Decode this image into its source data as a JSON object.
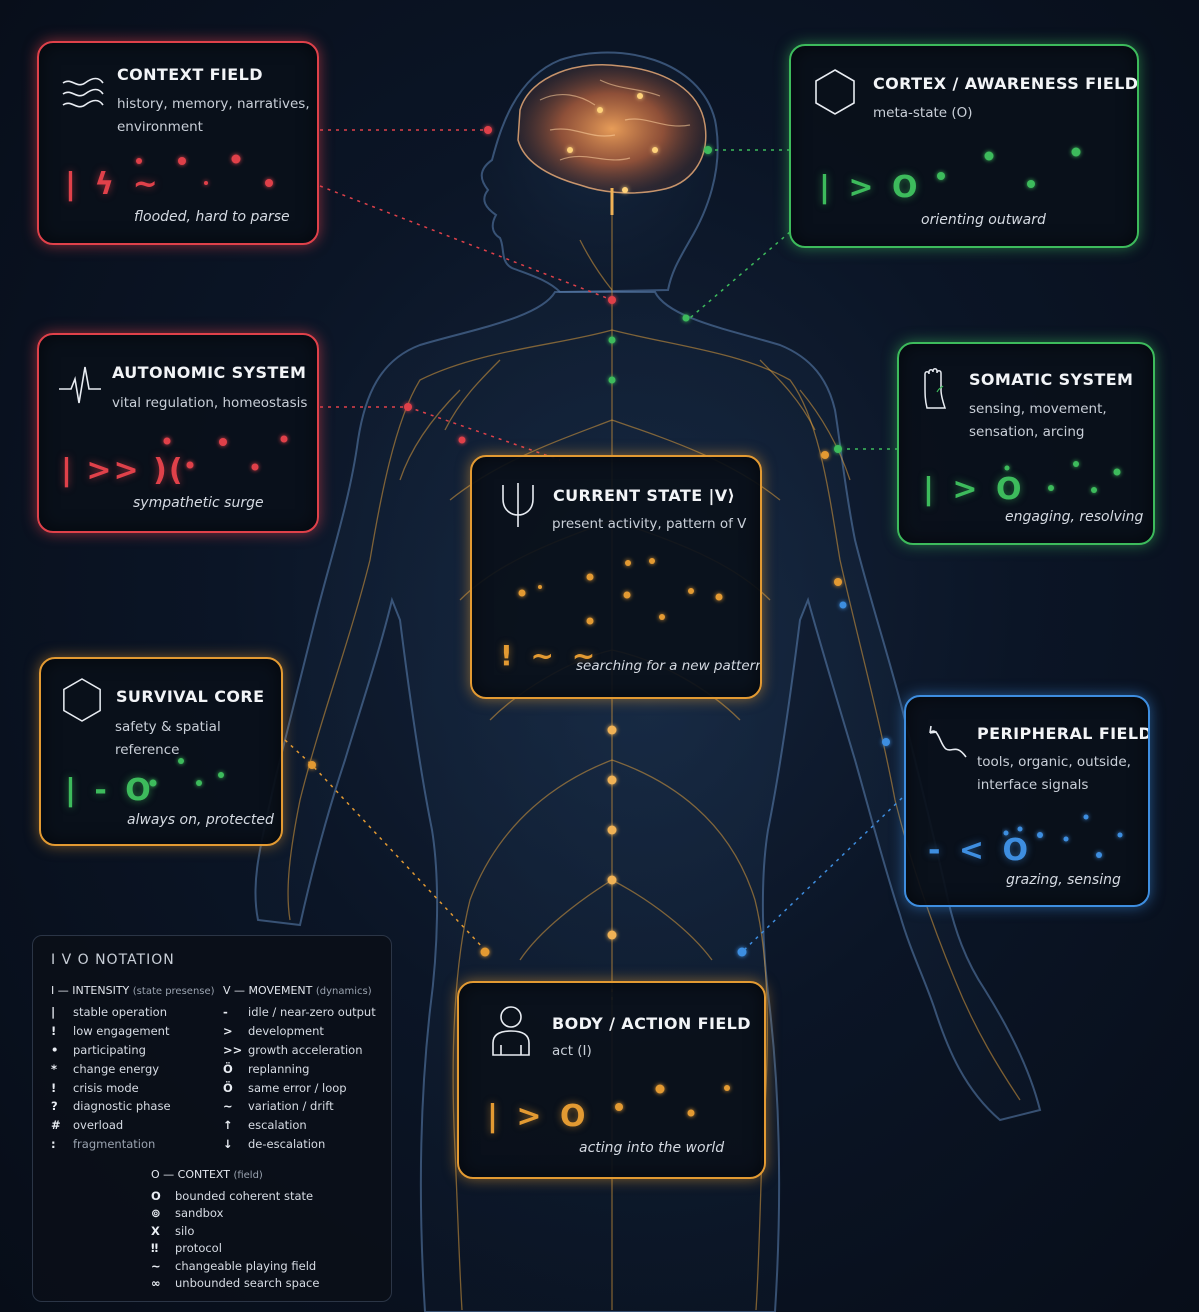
{
  "colors": {
    "red": "#e0414a",
    "green": "#3dbb5c",
    "orange": "#e39a32",
    "blue": "#3e8ee0",
    "nerve": "#d89a3c",
    "background": "#0b1526"
  },
  "panels": {
    "context": {
      "title": "CONTEXT FIELD",
      "subtitle_lines": [
        "history, memory, narratives,",
        "environment"
      ],
      "signature": "| ϟ ~",
      "note": "flooded, hard to parse",
      "icon": "waves-icon"
    },
    "cortex": {
      "title": "CORTEX / AWARENESS FIELD",
      "subtitle_lines": [
        "meta-state (O)"
      ],
      "signature": "| > O",
      "note": "orienting outward",
      "icon": "hexagon-icon"
    },
    "autonomic": {
      "title": "AUTONOMIC SYSTEM",
      "subtitle_lines": [
        "vital regulation, homeostasis"
      ],
      "signature": "| >> )(",
      "note": "sympathetic surge",
      "icon": "heartbeat-icon"
    },
    "somatic": {
      "title": "SOMATIC SYSTEM",
      "subtitle_lines": [
        "sensing, movement,",
        "sensation, arcing"
      ],
      "signature": "| > O",
      "note": "engaging, resolving",
      "icon": "hand-icon"
    },
    "current": {
      "title": "CURRENT STATE |V⟩",
      "subtitle_lines": [
        "present activity, pattern of V"
      ],
      "signature": "! ~ ~",
      "note": "searching for a new pattern",
      "icon": "psi-icon"
    },
    "survival": {
      "title": "SURVIVAL CORE",
      "subtitle_lines": [
        "safety & spatial reference"
      ],
      "signature": "| - O",
      "note": "always on, protected",
      "icon": "hexagon-icon"
    },
    "peripheral": {
      "title": "PERIPHERAL FIELD",
      "subtitle_lines": [
        "tools, organic, outside,",
        "interface signals"
      ],
      "signature": "- < O",
      "note": "grazing, sensing",
      "icon": "curve-arrow-icon"
    },
    "body": {
      "title": "BODY / ACTION FIELD",
      "subtitle_lines": [
        "act (I)"
      ],
      "signature": "| > O",
      "note": "acting into the world",
      "icon": "person-icon"
    }
  },
  "notation": {
    "title": "I V O NOTATION",
    "intensity": {
      "header": "I — INTENSITY",
      "header_small": "(state presense)",
      "items": [
        {
          "sym": "|",
          "label": "stable operation"
        },
        {
          "sym": "!",
          "label": "low engagement"
        },
        {
          "sym": "•",
          "label": "participating"
        },
        {
          "sym": "*",
          "label": "change energy"
        },
        {
          "sym": "!",
          "label": "crisis mode"
        },
        {
          "sym": "?",
          "label": "diagnostic phase"
        },
        {
          "sym": "#",
          "label": "overload"
        },
        {
          "sym": ":",
          "label": "fragmentation"
        }
      ]
    },
    "movement": {
      "header": "V — MOVEMENT",
      "header_small": "(dynamics)",
      "items": [
        {
          "sym": "-",
          "label": "idle / near-zero output"
        },
        {
          "sym": ">",
          "label": "development"
        },
        {
          "sym": ">>",
          "label": "growth acceleration"
        },
        {
          "sym": "Ö",
          "label": "replanning"
        },
        {
          "sym": "Ö",
          "label": "same error / loop"
        },
        {
          "sym": "~",
          "label": "variation / drift"
        },
        {
          "sym": "↑",
          "label": "escalation"
        },
        {
          "sym": "↓",
          "label": "de-escalation"
        }
      ]
    },
    "context": {
      "header": "O — CONTEXT",
      "header_small": "(field)",
      "items": [
        {
          "sym": "O",
          "label": "bounded coherent state"
        },
        {
          "sym": "⊚",
          "label": "sandbox"
        },
        {
          "sym": "X",
          "label": "silo"
        },
        {
          "sym": "‼",
          "label": "protocol"
        },
        {
          "sym": "~",
          "label": "changeable playing field"
        },
        {
          "sym": "∞",
          "label": "unbounded search space"
        }
      ]
    }
  }
}
